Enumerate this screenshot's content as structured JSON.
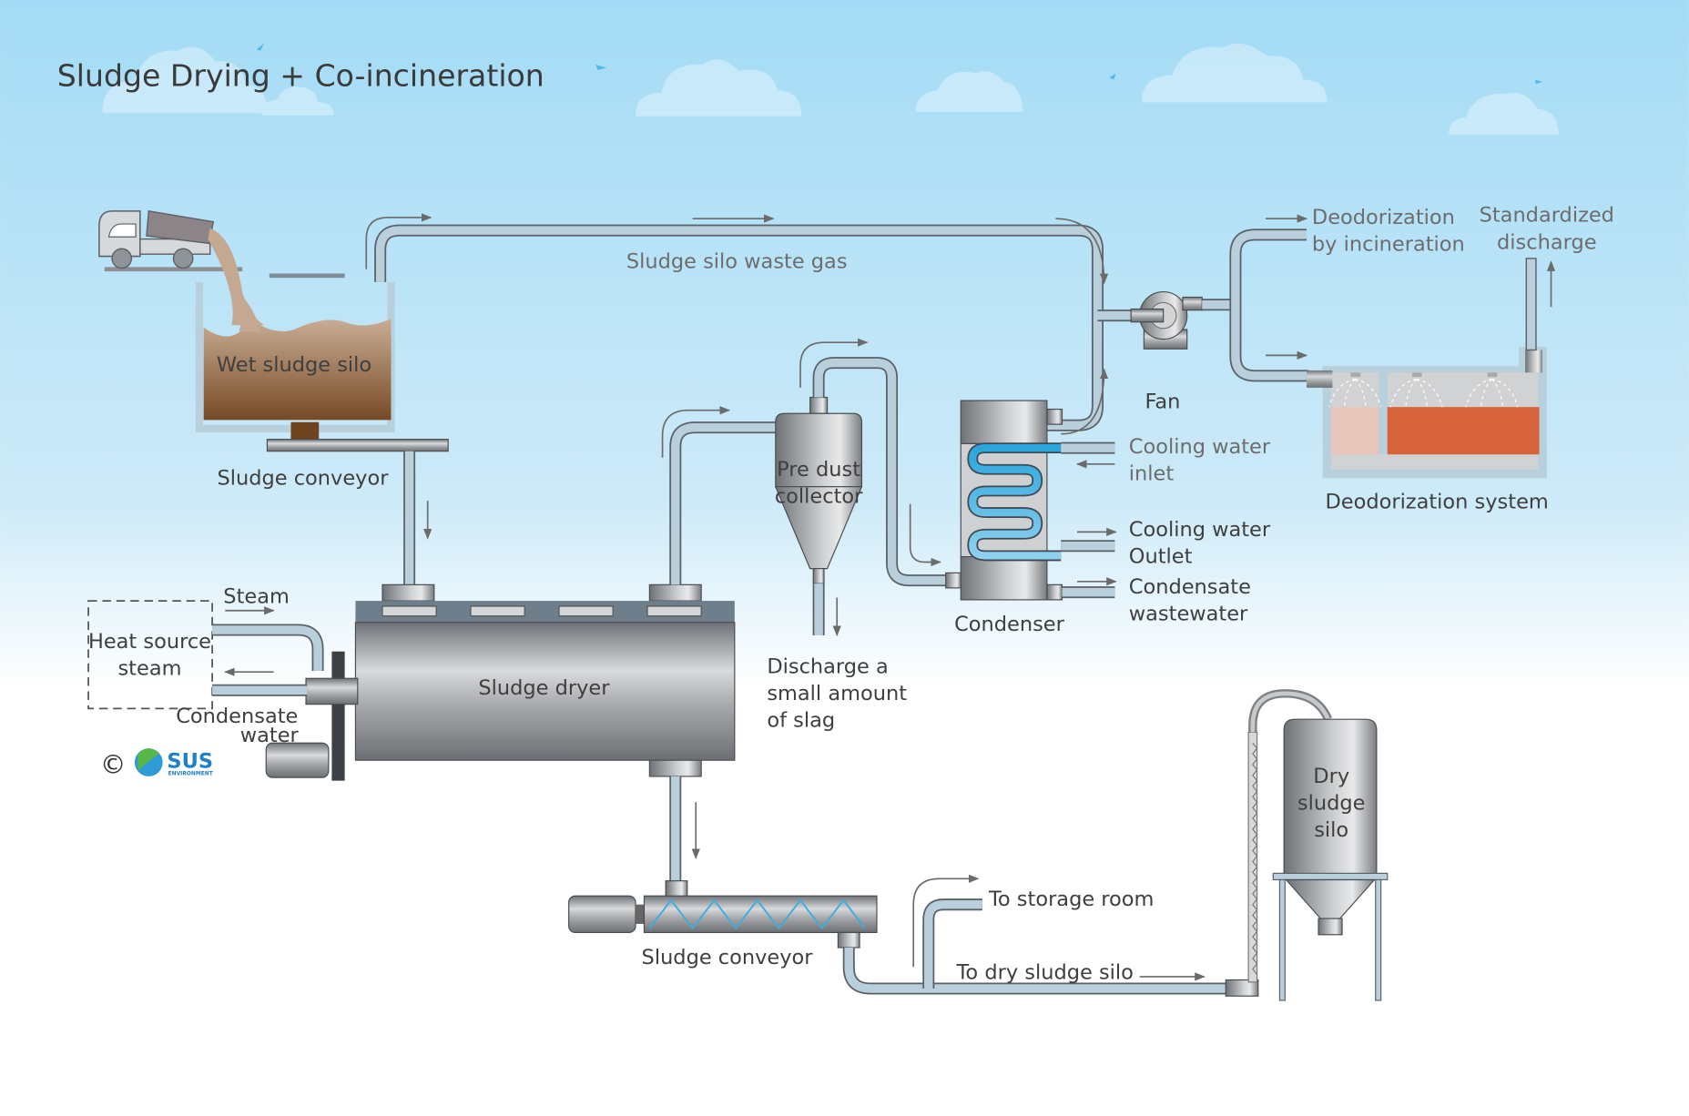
{
  "title": "Sludge Drying + Co-incineration",
  "labels": {
    "wet_sludge_silo": "Wet sludge silo",
    "sludge_conveyor_top": "Sludge conveyor",
    "sludge_silo_waste_gas": "Sludge silo waste gas",
    "deodorization_by_incineration_1": "Deodorization",
    "deodorization_by_incineration_2": "by incineration",
    "standardized_discharge_1": "Standardized",
    "standardized_discharge_2": "discharge",
    "fan": "Fan",
    "cooling_water_inlet_1": "Cooling water",
    "cooling_water_inlet_2": "inlet",
    "cooling_water_outlet_1": "Cooling water",
    "cooling_water_outlet_2": "Outlet",
    "condensate_wastewater_1": "Condensate",
    "condensate_wastewater_2": "wastewater",
    "condenser": "Condenser",
    "deodorization_system": "Deodorization system",
    "pre_dust_collector_1": "Pre dust",
    "pre_dust_collector_2": "collector",
    "discharge_slag_1": "Discharge a",
    "discharge_slag_2": "small amount",
    "discharge_slag_3": "of slag",
    "steam": "Steam",
    "heat_source_1": "Heat source",
    "heat_source_2": "steam",
    "condensate_water_1": "Condensate",
    "condensate_water_2": "water",
    "sludge_dryer": "Sludge dryer",
    "sludge_conveyor_bottom": "Sludge conveyor",
    "to_storage_room": "To storage room",
    "to_dry_sludge_silo": "To dry sludge silo",
    "dry_sludge_silo_1": "Dry",
    "dry_sludge_silo_2": "sludge",
    "dry_sludge_silo_3": "silo"
  },
  "logo": {
    "copyright": "©",
    "brand": "SUS",
    "sub": "ENVIRONMENT"
  },
  "colors": {
    "sky_top": "#a6dcf6",
    "sky_bottom": "#ffffff",
    "sludge_top": "#c8ab92",
    "sludge_bottom": "#6e4420",
    "pipe_fill": "#b9cfdb",
    "steel": "#8c8f93",
    "coil": "#39aee0",
    "deodor_orange": "#d8633b",
    "deodor_pink": "#e8c6bb"
  }
}
